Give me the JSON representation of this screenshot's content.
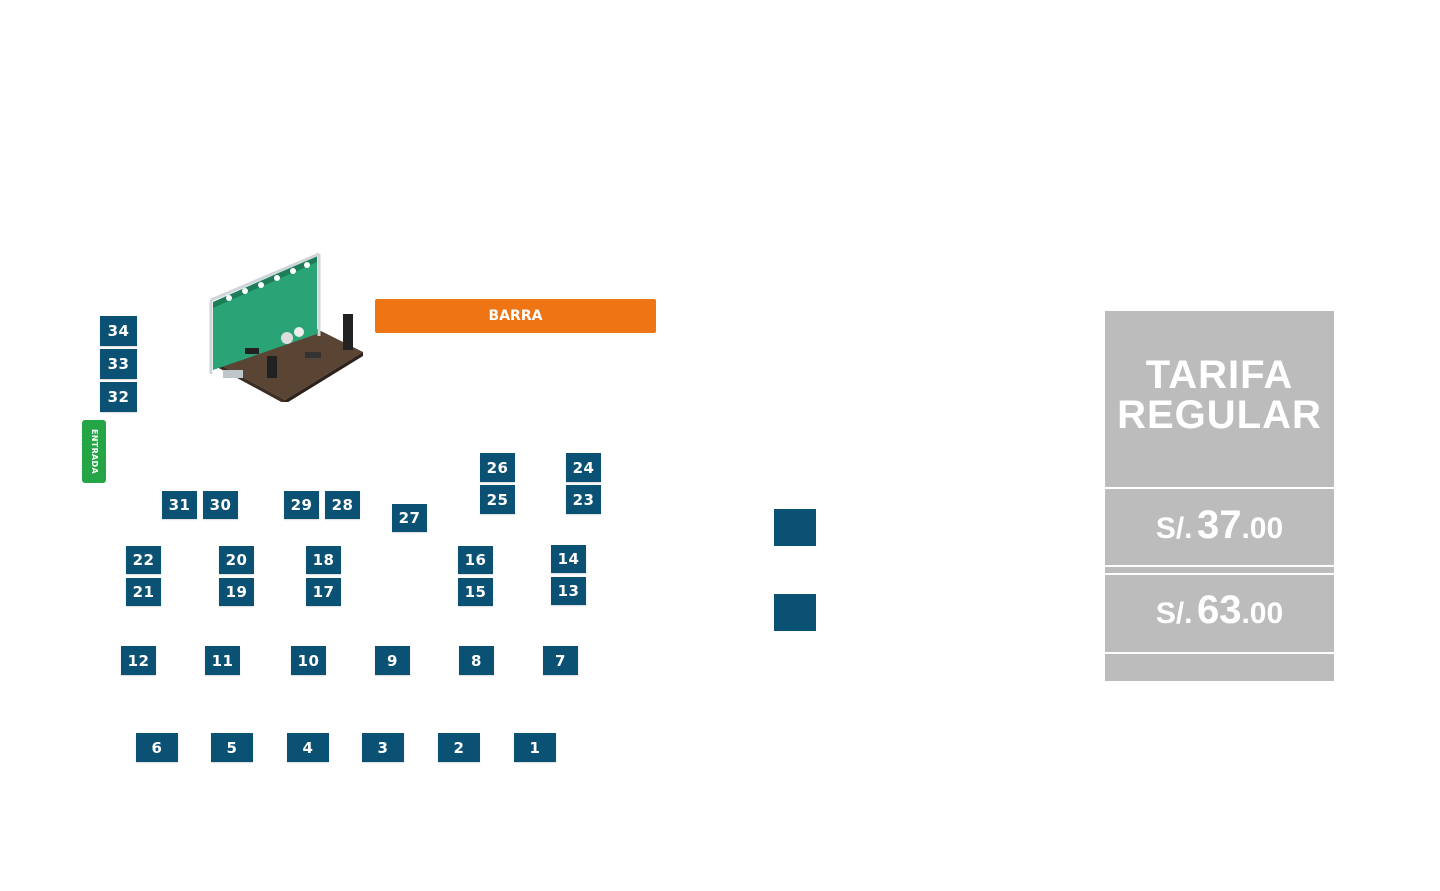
{
  "map": {
    "barra_label": "BARRA",
    "entrada_label": "ENTRADA",
    "tables": [
      "1",
      "2",
      "3",
      "4",
      "5",
      "6",
      "7",
      "8",
      "9",
      "10",
      "11",
      "12",
      "13",
      "14",
      "15",
      "16",
      "17",
      "18",
      "19",
      "20",
      "21",
      "22",
      "23",
      "24",
      "25",
      "26",
      "27",
      "28",
      "29",
      "30",
      "31",
      "32",
      "33",
      "34"
    ]
  },
  "pricing": {
    "title_line1": "TARIFA",
    "title_line2": "REGULAR",
    "prices": [
      {
        "currency": "S/.",
        "integer": "37",
        "decimals": ".00"
      },
      {
        "currency": "S/.",
        "integer": "63",
        "decimals": ".00"
      }
    ]
  },
  "colors": {
    "table": "#0b5173",
    "barra": "#ef7514",
    "entrada": "#25a646",
    "panel": "#bcbcbc"
  },
  "icons": [
    "stage-icon"
  ]
}
